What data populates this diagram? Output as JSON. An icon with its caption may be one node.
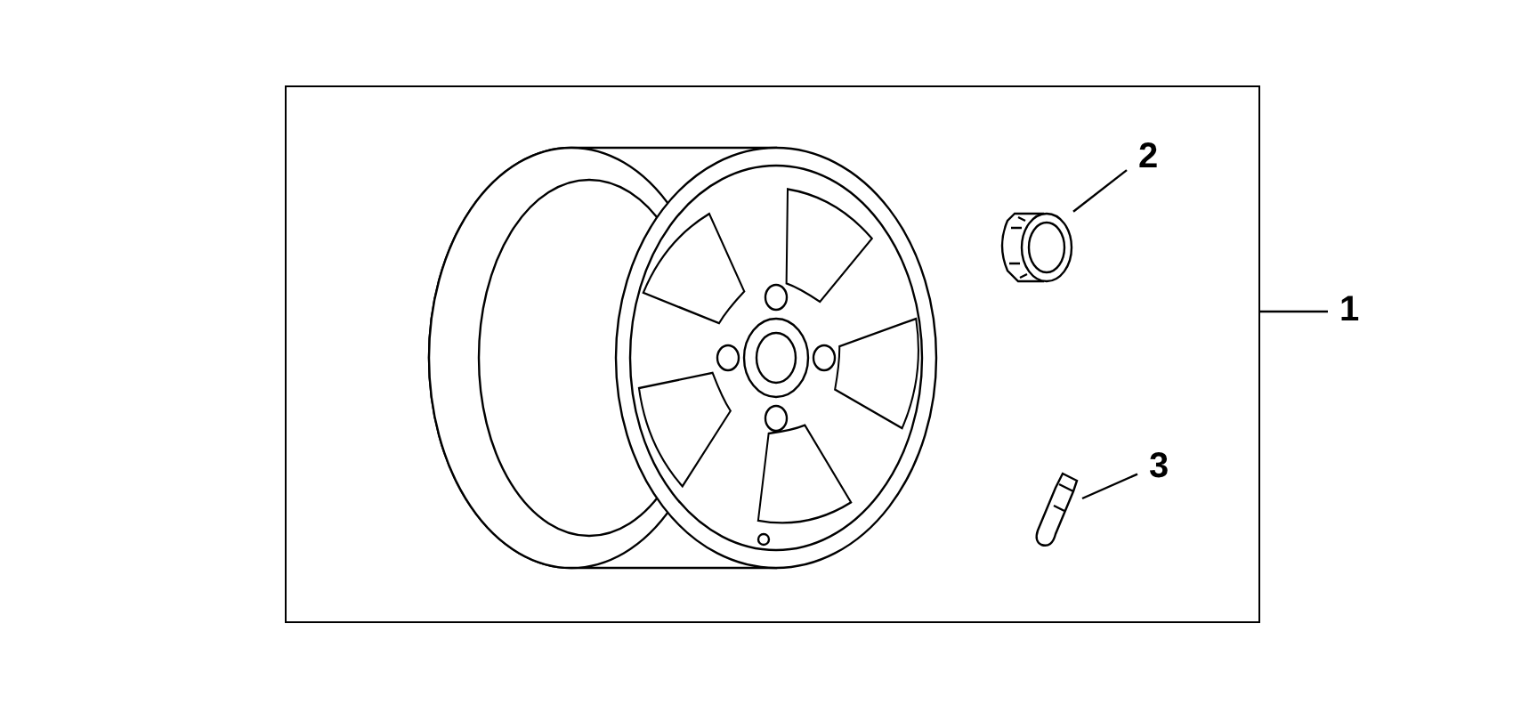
{
  "diagram": {
    "nodes": [
      {
        "text": [],
        "shape": "box"
      },
      {
        "text": [],
        "shape": "picture",
        "in": 0
      },
      {
        "text": [],
        "shape": "picture",
        "in": 0
      },
      {
        "text": [
          "1"
        ]
      },
      {
        "text": [
          "2"
        ],
        "in": 0
      },
      {
        "text": [
          "3"
        ],
        "in": 0
      }
    ],
    "edges": [
      {
        "from": 3,
        "to": 0,
        "arrow": "none"
      },
      {
        "from": 4,
        "to": 1,
        "arrow": "none"
      },
      {
        "from": 5,
        "to": 2,
        "arrow": "none"
      }
    ]
  }
}
